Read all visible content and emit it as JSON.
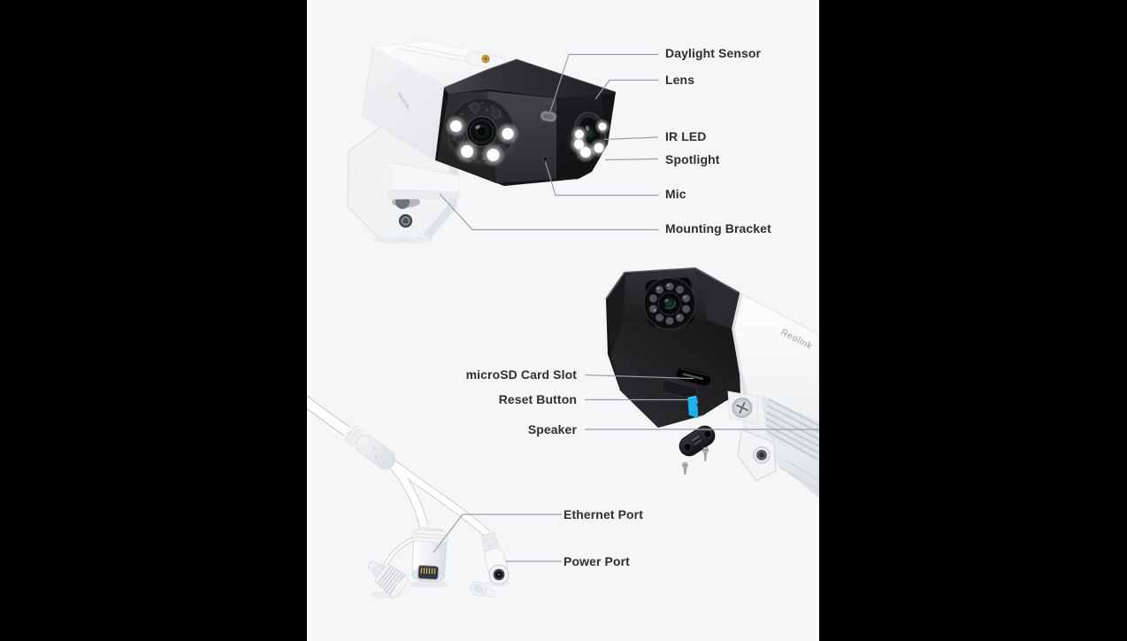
{
  "brand": {
    "name": "Reolink"
  },
  "labels": {
    "front": [
      {
        "text": "Daylight Sensor"
      },
      {
        "text": "Lens"
      },
      {
        "text": "IR LED"
      },
      {
        "text": "Spotlight"
      },
      {
        "text": "Mic"
      },
      {
        "text": "Mounting Bracket"
      }
    ],
    "bottom": [
      {
        "text": "microSD Card Slot"
      },
      {
        "text": "Reset Button"
      },
      {
        "text": "Speaker"
      }
    ],
    "cable": [
      {
        "text": "Ethernet Port"
      },
      {
        "text": "Power Port"
      }
    ]
  },
  "colors": {
    "letterbox": "#000000",
    "canvas": "#f5f6f8",
    "label_text": "#2d2f32",
    "leader_line": "#9aa0a5",
    "sd_card": "#1cb1ee",
    "gold_screw": "#c79b3b"
  }
}
